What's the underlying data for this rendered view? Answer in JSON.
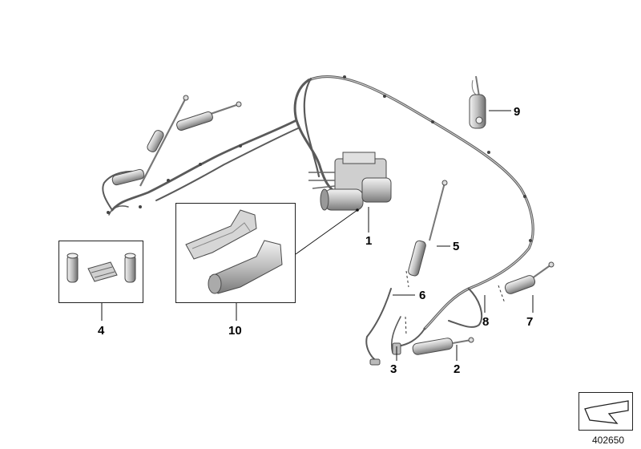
{
  "callouts": {
    "c1": "1",
    "c2": "2",
    "c3": "3",
    "c4": "4",
    "c5": "5",
    "c6": "6",
    "c7": "7",
    "c8": "8",
    "c9": "9",
    "c10": "10"
  },
  "diagram_id": "402650",
  "colors": {
    "part_fill": "#d9d9d9",
    "part_stroke": "#4a4a4a",
    "line": "#111111"
  },
  "icons": {
    "nav_arrow": "arrow-down-left-icon"
  }
}
